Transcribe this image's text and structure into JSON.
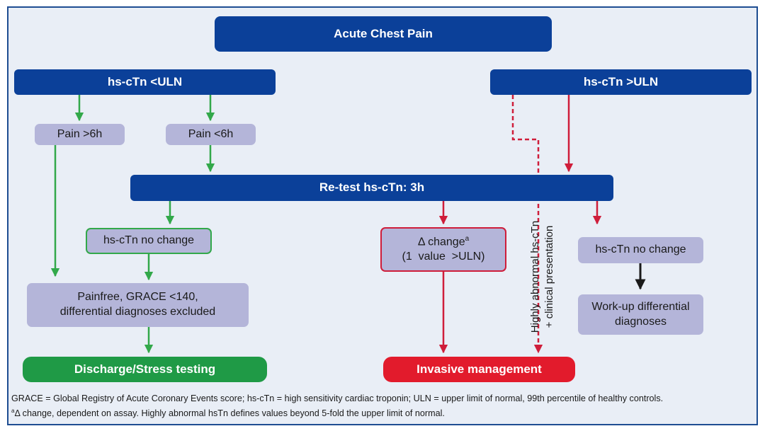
{
  "title": "Acute Chest Pain",
  "branch_low": "hs-cTn <ULN",
  "branch_high": "hs-cTn >ULN",
  "pain_gt6": "Pain >6h",
  "pain_lt6": "Pain <6h",
  "retest": "Re-test hs-cTn: 3h",
  "no_change_left": "hs-cTn no change",
  "delta_change_prefix": "Δ change",
  "delta_change_sup": "a",
  "delta_change_line2": "(1  value  >ULN)",
  "no_change_right": "hs-cTn no change",
  "painfree_line1": "Painfree, GRACE <140,",
  "painfree_line2": "differential diagnoses excluded",
  "workup_line1": "Work-up differential",
  "workup_line2": "diagnoses",
  "highly_abnormal_line1": "Highly abnormal hs-cTn",
  "highly_abnormal_line2": "+ clinical presentation",
  "discharge": "Discharge/Stress testing",
  "invasive": "Invasive management",
  "footnote_1": "GRACE = Global Registry of Acute Coronary Events score; hs-cTn = high sensitivity cardiac troponin; ULN = upper limit of normal, 99th percentile of healthy controls.",
  "footnote_2_sup": "a",
  "footnote_2": "Δ change, dependent on assay. Highly abnormal hsTn defines values beyond 5-fold the upper limit of normal.",
  "colors": {
    "blue": "#0b4099",
    "lavender": "#b4b5d9",
    "green": "#32a84a",
    "red": "#cf1d3a",
    "black": "#1a1a1a"
  }
}
